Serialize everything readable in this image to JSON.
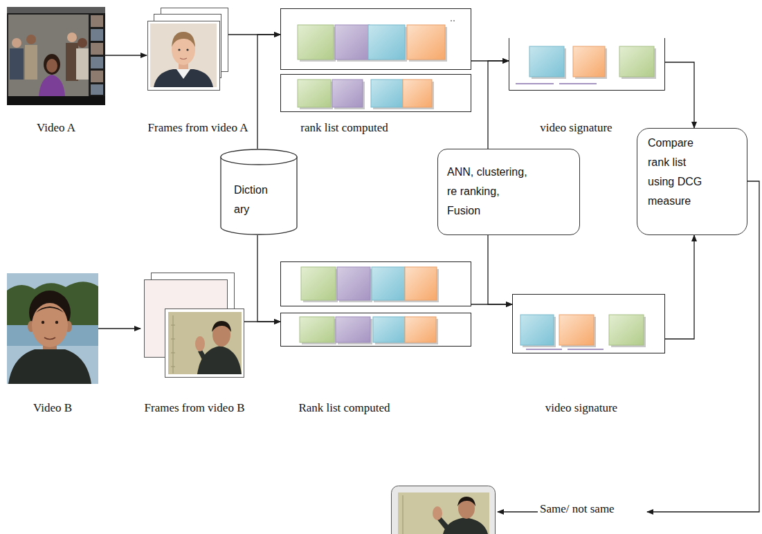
{
  "diagram": {
    "nodes": [
      {
        "text": [
          "Video A"
        ]
      },
      {
        "text": [
          "Frames from video A"
        ]
      },
      {
        "text": [
          "rank list computed"
        ]
      },
      {
        "text": [
          "video signature"
        ]
      },
      {
        "text": [
          "Diction ary"
        ]
      },
      {
        "text": [
          "ANN, clustering, re ranking, Fusion"
        ]
      },
      {
        "text": [
          "Compare rank list using DCG measure"
        ]
      },
      {
        "text": [
          "Video B"
        ]
      },
      {
        "text": [
          "Frames from video B"
        ]
      },
      {
        "text": [
          "Rank list computed"
        ]
      },
      {
        "text": [
          "video signature"
        ]
      },
      {
        "text": [
          "Same/ not same"
        ]
      }
    ],
    "edges": [
      {
        "from": 0,
        "to": 1,
        "arrow": "to"
      },
      {
        "from": 1,
        "to": 2,
        "arrow": "to"
      },
      {
        "from": 4,
        "to": 2,
        "arrow": "to"
      },
      {
        "from": 2,
        "to": 3,
        "arrow": "to"
      },
      {
        "from": 5,
        "to": 3,
        "arrow": "to"
      },
      {
        "from": 3,
        "to": 6,
        "arrow": "to"
      },
      {
        "from": 7,
        "to": 8,
        "arrow": "to"
      },
      {
        "from": 8,
        "to": 9,
        "arrow": "to"
      },
      {
        "from": 4,
        "to": 9,
        "arrow": "to"
      },
      {
        "from": 9,
        "to": 10,
        "arrow": "to"
      },
      {
        "from": 5,
        "to": 10,
        "arrow": "to"
      },
      {
        "from": 10,
        "to": 6,
        "arrow": "to"
      },
      {
        "from": 6,
        "to": 11,
        "arrow": "to"
      }
    ]
  }
}
